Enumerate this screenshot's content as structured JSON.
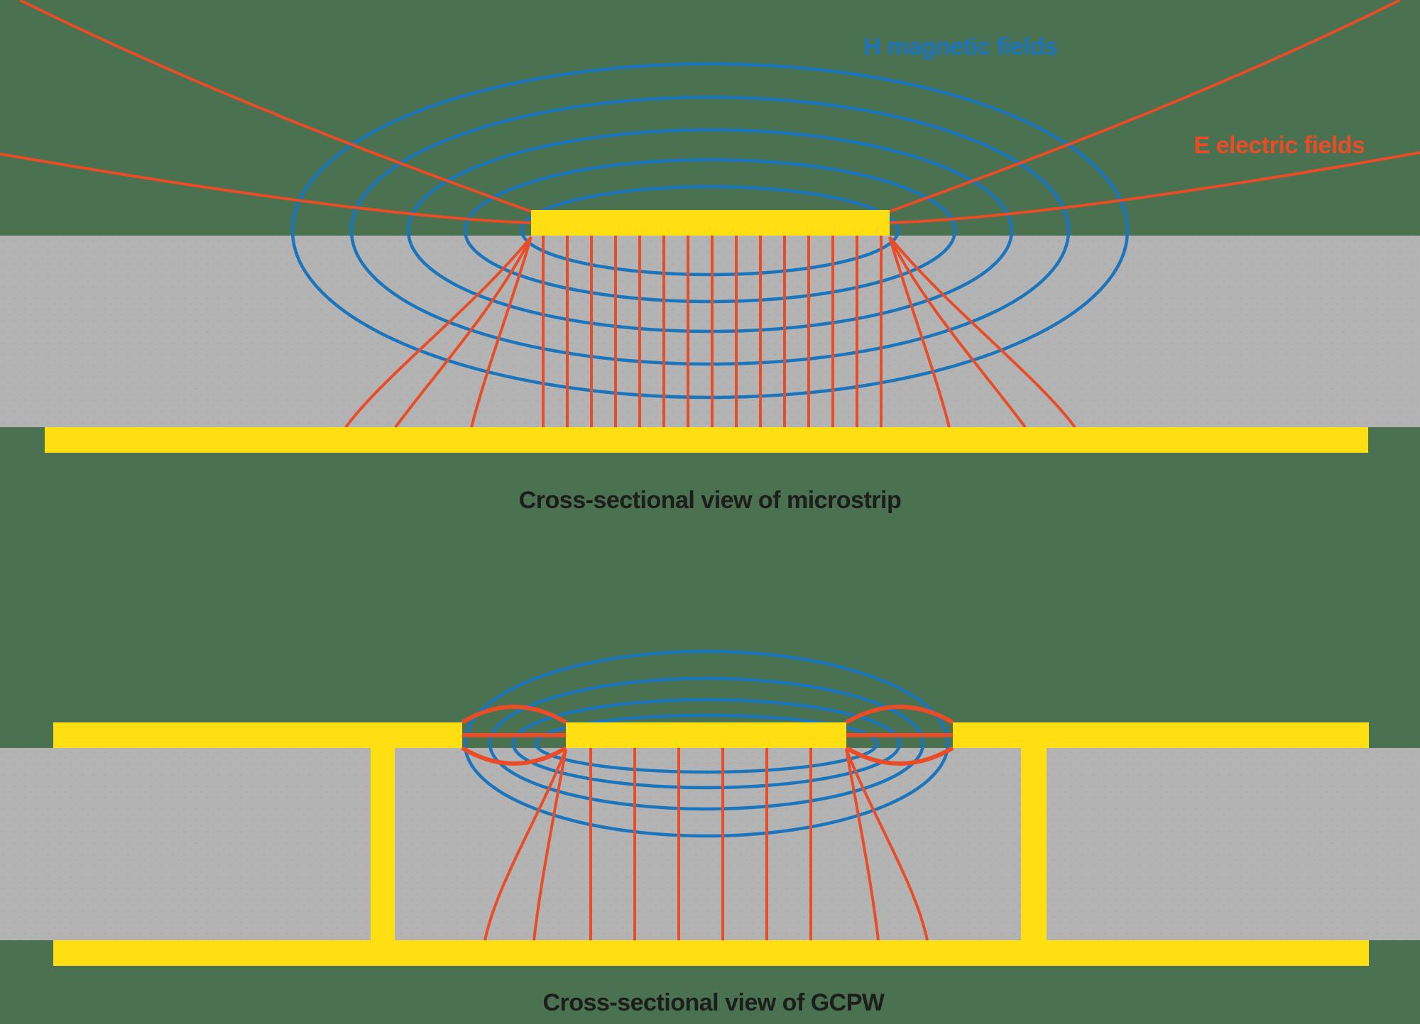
{
  "labels": {
    "h_fields": "H magnetic fields",
    "e_fields": "E electric fields"
  },
  "titles": {
    "microstrip": "Cross-sectional view of microstrip",
    "gcpw": "Cross-sectional view of GCPW"
  },
  "legend": [
    {
      "color_key": "hfield",
      "line_color": "#1b75bc",
      "meaning": "H magnetic fields"
    },
    {
      "color_key": "efield",
      "line_color": "#e94c27",
      "meaning": "E electric fields"
    }
  ],
  "colors": {
    "background": "#4a7150",
    "substrate": "#b3b3b3",
    "conductor": "#ffde12",
    "hfield": "#1b75bc",
    "efield": "#e94c27",
    "title": "#1d1d1b"
  }
}
